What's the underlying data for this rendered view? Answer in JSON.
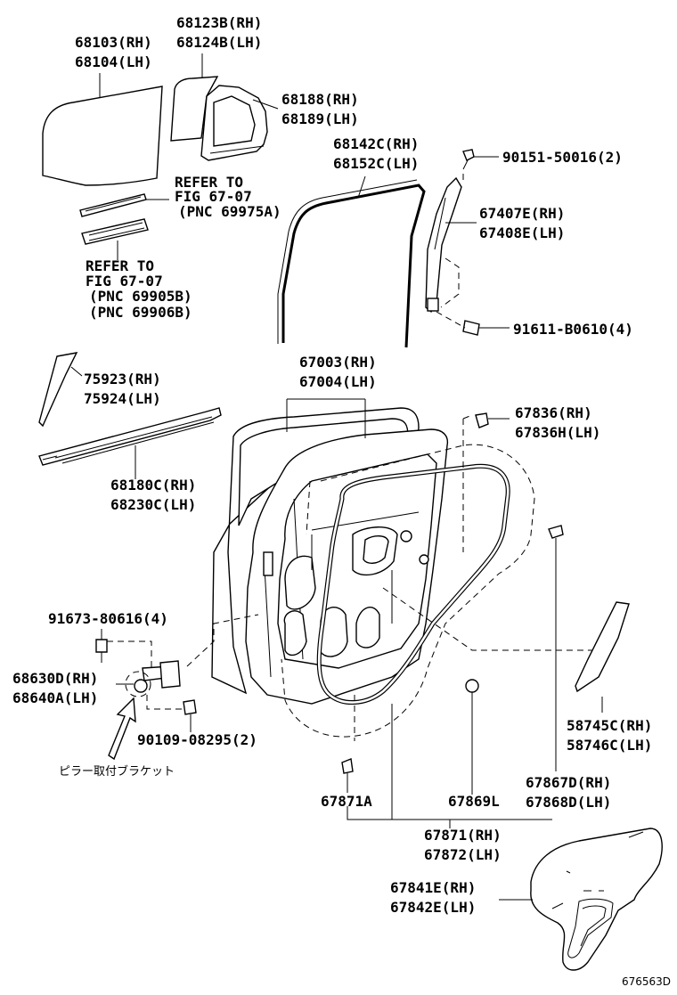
{
  "diagram": {
    "callouts": {
      "p68103": [
        "68103(RH)",
        "68104(LH)"
      ],
      "p68123": [
        "68123B(RH)",
        "68124B(LH)"
      ],
      "p68188": [
        "68188(RH)",
        "68189(LH)"
      ],
      "p68142": [
        "68142C(RH)",
        "68152C(LH)"
      ],
      "p90151": "90151-50016(2)",
      "p67407": [
        "67407E(RH)",
        "67408E(LH)"
      ],
      "ref1": [
        "REFER TO",
        "FIG 67-07",
        "(PNC 69975A)"
      ],
      "ref2": [
        "REFER TO",
        "FIG 67-07",
        "(PNC 69905B)",
        "(PNC 69906B)"
      ],
      "p91611": "91611-B0610(4)",
      "p75923": [
        "75923(RH)",
        "75924(LH)"
      ],
      "p67003": [
        "67003(RH)",
        "67004(LH)"
      ],
      "p67836": [
        "67836(RH)",
        "67836H(LH)"
      ],
      "p68180": [
        "68180C(RH)",
        "68230C(LH)"
      ],
      "p91673": "91673-80616(4)",
      "p68630": [
        "68630D(RH)",
        "68640A(LH)"
      ],
      "p58745": [
        "58745C(RH)",
        "58746C(LH)"
      ],
      "p90109": "90109-08295(2)",
      "note_jp": "ピラー取付ブラケット",
      "p67871A": "67871A",
      "p67869L": "67869L",
      "p67867": [
        "67867D(RH)",
        "67868D(LH)"
      ],
      "p67871": [
        "67871(RH)",
        "67872(LH)"
      ],
      "p67841": [
        "67841E(RH)",
        "67842E(LH)"
      ],
      "fig_id": "676563D"
    }
  }
}
